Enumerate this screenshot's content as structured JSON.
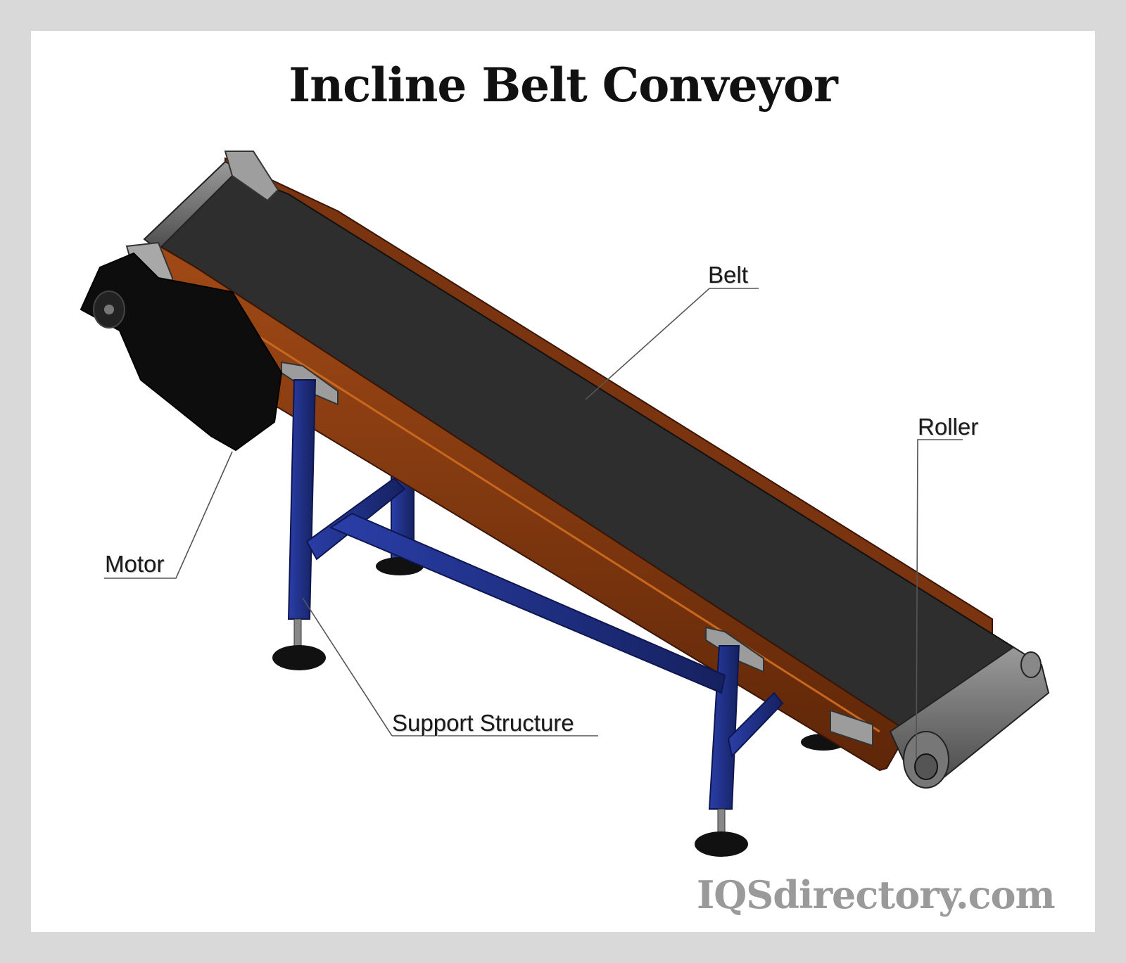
{
  "title": "Incline Belt Conveyor",
  "labels": {
    "belt": "Belt",
    "roller": "Roller",
    "motor": "Motor",
    "support_structure": "Support Structure"
  },
  "watermark": "IQSdirectory.com",
  "colors": {
    "belt": "#2e2e2e",
    "frame": "#8a3d12",
    "support": "#1e2f88",
    "motor": "#0d0d0d",
    "roller": "#6e6e6e",
    "feet": "#111111"
  }
}
